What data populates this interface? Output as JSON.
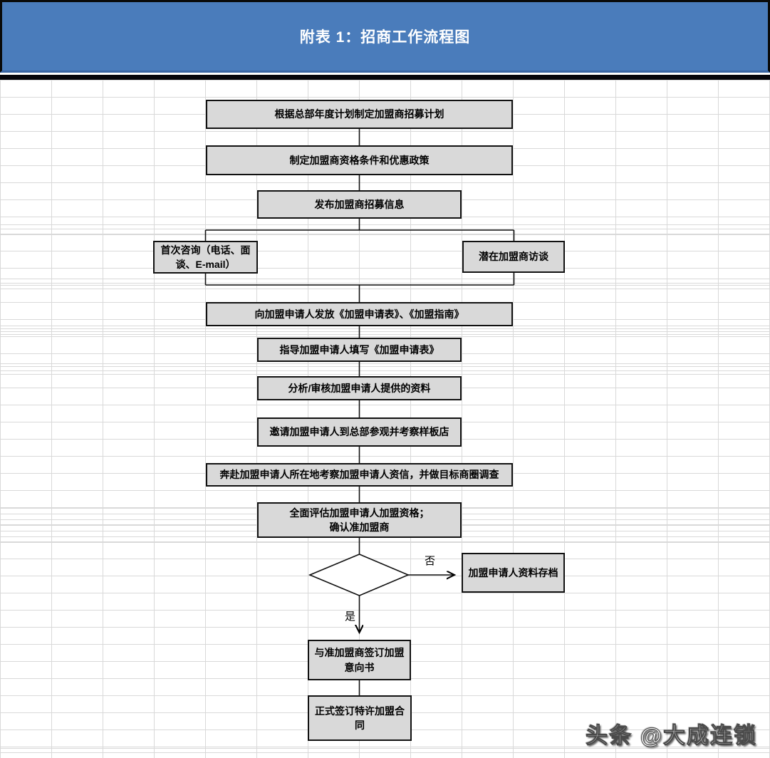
{
  "header": {
    "title": "附表 1：招商工作流程图"
  },
  "flow": {
    "nodes": [
      {
        "label": "根据总部年度计划制定加盟商招募计划"
      },
      {
        "label": "制定加盟商资格条件和优惠政策"
      },
      {
        "label": "发布加盟商招募信息"
      },
      {
        "label": "首次咨询（电话、面谈、E-mail）"
      },
      {
        "label": "潜在加盟商访谈"
      },
      {
        "label": "向加盟申请人发放《加盟申请表》、《加盟指南》"
      },
      {
        "label": "指导加盟申请人填写《加盟申请表》"
      },
      {
        "label": "分析/审核加盟申请人提供的资料"
      },
      {
        "label": "邀请加盟申请人到总部参观并考察样板店"
      },
      {
        "label": "奔赴加盟申请人所在地考察加盟申请人资信，并做目标商圈调查"
      },
      {
        "label": "全面评估加盟申请人加盟资格；\n确认准加盟商"
      },
      {
        "label": "加盟申请人资料存档"
      },
      {
        "label": "与准加盟商签订加盟意向书"
      },
      {
        "label": "正式签订特许加盟合同"
      }
    ],
    "decision": {
      "no_label": "否",
      "yes_label": "是"
    }
  },
  "watermark": {
    "text": "头条 @大成连锁"
  },
  "colors": {
    "header_bg": "#4a7cbb",
    "header_edge": "#3a66a4",
    "separator": "#05050a",
    "node_fill": "#d9d9d9",
    "node_border": "#111111",
    "grid_line": "#d9d9d9",
    "title_text": "#ffffff"
  }
}
